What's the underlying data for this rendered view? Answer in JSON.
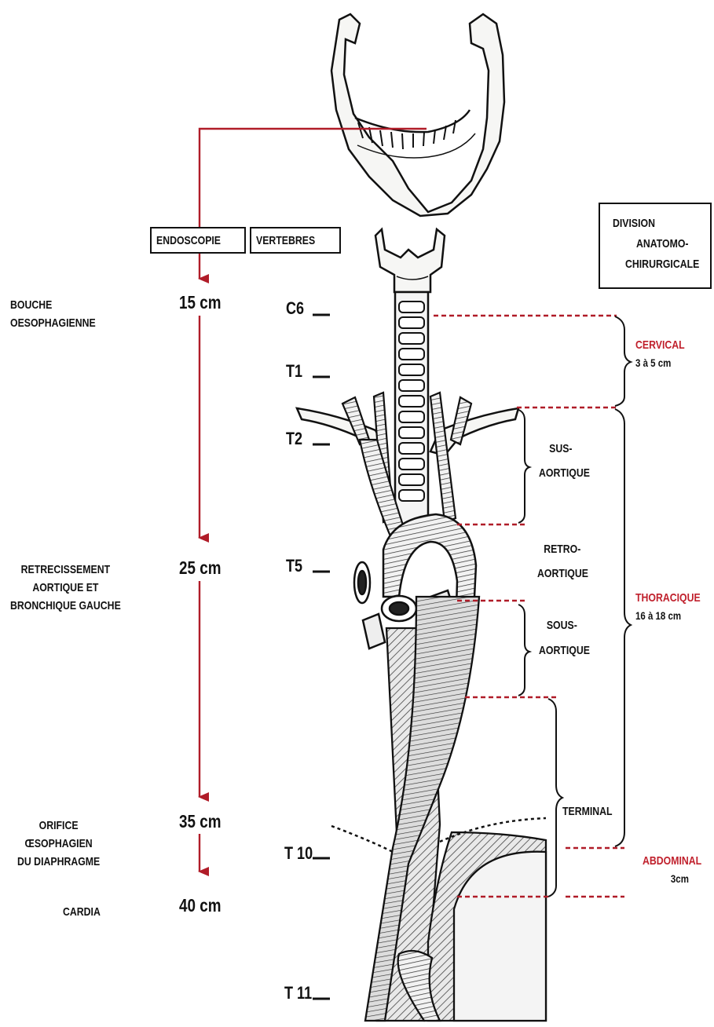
{
  "headers": {
    "endoscopie": "ENDOSCOPIE",
    "vertebres": "VERTEBRES",
    "division": [
      "DIVISION",
      "ANATOMO-",
      "CHIRURGICALE"
    ]
  },
  "landmarks": [
    {
      "lines": [
        "BOUCHE",
        "OESOPHAGIENNE"
      ],
      "distance": "15 cm",
      "vertebra": "C6"
    },
    {
      "lines": [
        "RETRECISSEMENT",
        "AORTIQUE ET",
        "BRONCHIQUE GAUCHE"
      ],
      "distance": "25 cm",
      "vertebra": "T5"
    },
    {
      "lines": [
        "ORIFICE",
        "ŒSOPHAGIEN",
        "DU DIAPHRAGME"
      ],
      "distance": "35 cm",
      "vertebra": "T 10"
    },
    {
      "lines": [
        "CARDIA"
      ],
      "distance": "40 cm",
      "vertebra": "T 11"
    }
  ],
  "extra_vertebrae": [
    "T1",
    "T2"
  ],
  "segments": [
    {
      "name": "CERVICAL",
      "length": "3 à 5 cm"
    },
    {
      "name": "THORACIQUE",
      "length": "16 à 18 cm"
    },
    {
      "name": "ABDOMINAL",
      "length": "3cm"
    }
  ],
  "subsegments": [
    {
      "lines": [
        "SUS-",
        "AORTIQUE"
      ]
    },
    {
      "lines": [
        "RETRO-",
        "AORTIQUE"
      ]
    },
    {
      "lines": [
        "SOUS-",
        "AORTIQUE"
      ]
    },
    {
      "lines": [
        "TERMINAL"
      ]
    }
  ],
  "colors": {
    "accent": "#c0202c",
    "ink": "#111111"
  }
}
